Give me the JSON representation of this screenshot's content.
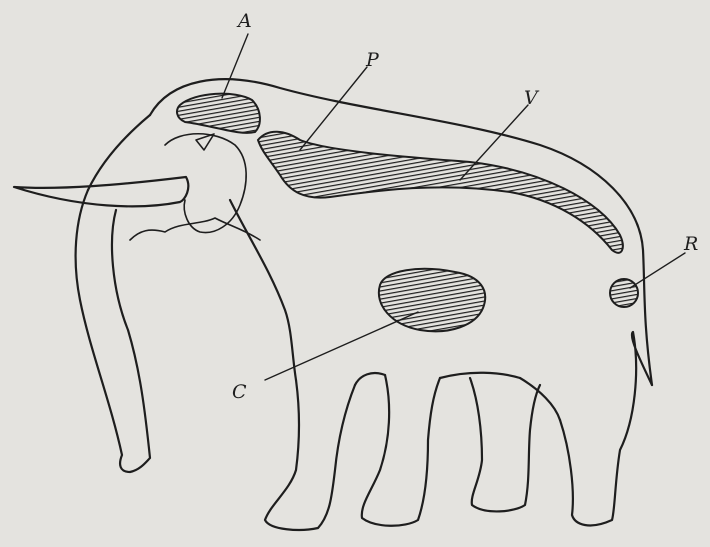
{
  "labels": {
    "a": "A",
    "p": "P",
    "v": "V",
    "r": "R",
    "c": "C"
  },
  "colors": {
    "background": "#e4e3df",
    "ink": "#1e1e1e"
  }
}
